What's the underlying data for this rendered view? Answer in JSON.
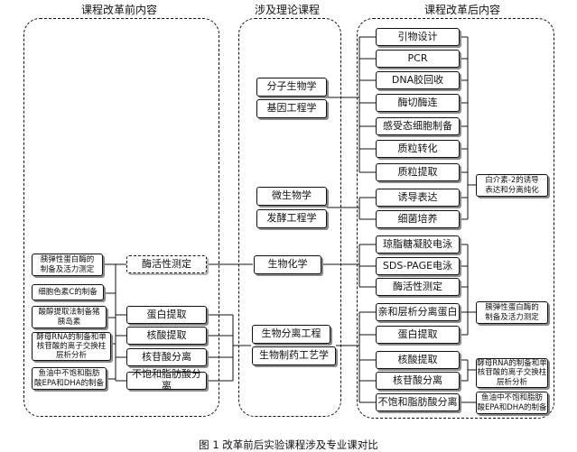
{
  "headers": {
    "before": "课程改革前内容",
    "theory": "涉及理论课程",
    "after": "课程改革后内容"
  },
  "theory_courses": {
    "molecular_biology": "分子生物学",
    "genetic_engineering": "基因工程学",
    "microbiology": "微生物学",
    "fermentation_engineering": "发酵工程学",
    "biochemistry": "生物化学",
    "bioseparation_engineering": "生物分离工程",
    "biopharmaceutical_technology": "生物制药工艺学"
  },
  "after_items": {
    "primer_design": "引物设计",
    "pcr": "PCR",
    "dna_gel_recovery": "DNA胶回收",
    "enzyme_cut_ligation": "酶切酶连",
    "competent_cell_prep": "感受态细胞制备",
    "plasmid_transform": "质粒转化",
    "plasmid_extraction": "质粒提取",
    "induced_expression": "诱导表达",
    "bacteria_culture": "细菌培养",
    "agarose_gel": "琼脂糖凝胶电泳",
    "sds_page": "SDS-PAGE电泳",
    "enzyme_activity_after": "酶活性测定",
    "affinity_layer": "亲和层析分离蛋白",
    "protein_extract_after": "蛋白提取",
    "nucleic_extract_after": "核酸提取",
    "nucleotide_sep_after": "核苷酸分离",
    "fatty_acid_sep_after": "不饱和脂肪酸分离"
  },
  "after_outcomes": {
    "cutinase": "白介素-2的诱导\n表达和分离纯化",
    "trypsin_after": "胰弹性蛋白酶的\n制备及活力测定",
    "yeast_rna_after": "酵母RNA的制备和单\n核苷酸的离子交换柱\n层析分析",
    "fish_oil_after": "鱼油中不饱和脂肪\n酸EPA和DHA的制备"
  },
  "before_items": {
    "trypsin_before": "胰弹性蛋白酶的\n制备及活力测定",
    "cytochrome_c": "细胞色素C的制备",
    "acid_extraction": "酸醇提取法制备猪\n胰岛素",
    "yeast_rna_before": "酵母RNA的制备和单\n核苷酸的离子交换柱\n层析分析",
    "fish_oil_before": "鱼油中不饱和脂肪\n酸EPA和DHA的制备"
  },
  "before_steps": {
    "enzyme_activity_before": "酶活性测定",
    "protein_extract_before": "蛋白提取",
    "nucleic_extract_before": "核酸提取",
    "nucleotide_sep_before": "核苷酸分离",
    "fatty_acid_sep_before": "不饱和脂肪酸分离"
  },
  "caption": "图 1    改革前后实验课程涉及专业课对比"
}
